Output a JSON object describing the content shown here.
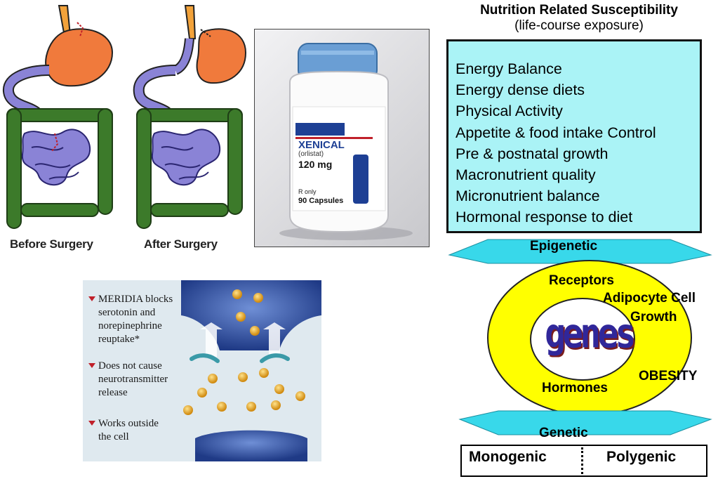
{
  "surgery": {
    "before_label": "Before Surgery",
    "after_label": "After Surgery"
  },
  "pill_bottle": {
    "brand": "XENICAL",
    "generic": "(orlistat)",
    "dose": "120 mg",
    "count": "90 Capsules",
    "rx": "R only"
  },
  "meridia": {
    "bullets": [
      "MERIDIA blocks\nserotonin and\nnorepinephrine\nreuptake*",
      "Does not cause\nneurotransmitter\nrelease",
      "Works outside\nthe cell"
    ]
  },
  "susceptibility": {
    "title": "Nutrition Related Susceptibility",
    "subtitle": "(life-course exposure)",
    "factors": [
      "Energy Balance",
      "Energy dense diets",
      "Physical Activity",
      "Appetite & food intake Control",
      "Pre & postnatal growth",
      "Macronutrient quality",
      "Micronutrient balance",
      "Hormonal response to diet"
    ]
  },
  "genes_diagram": {
    "epigenetic_label": "Epigenetic",
    "genetic_label": "Genetic",
    "receptors": "Receptors",
    "adipocyte": "Adipocyte Cell",
    "growth": "Growth",
    "hormones": "Hormones",
    "obesity": "OBESITY",
    "center": "genes",
    "monogenic": "Monogenic",
    "polygenic": "Polygenic"
  },
  "colors": {
    "factor_box": "#aaf3f6",
    "ring": "#ffff00",
    "arrow": "#38d8ea",
    "genes_text": "#30279a",
    "intestine": "#8a83d6",
    "colon": "#3c7a2a",
    "stomach": "#f07a3c"
  }
}
